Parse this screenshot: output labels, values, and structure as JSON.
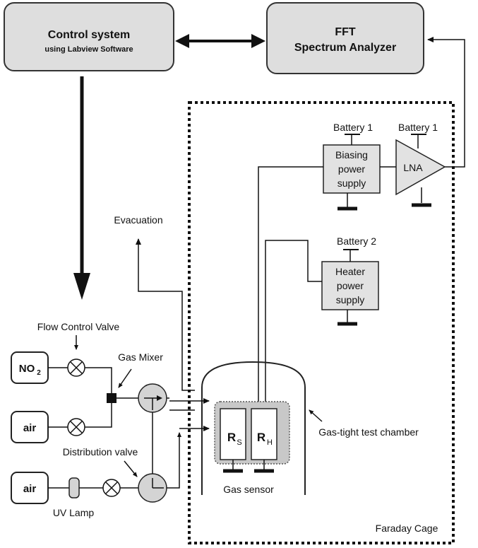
{
  "blocks": {
    "control_title": "Control system",
    "control_sub": "using Labview Software",
    "fft_line1": "FFT",
    "fft_line2": "Spectrum Analyzer",
    "biasing_l1": "Biasing",
    "biasing_l2": "power",
    "biasing_l3": "supply",
    "heater_l1": "Heater",
    "heater_l2": "power",
    "heater_l3": "supply",
    "lna": "LNA",
    "battery1_a": "Battery 1",
    "battery1_b": "Battery 1",
    "battery2": "Battery 2"
  },
  "gases": {
    "no2": "NO",
    "no2_sub": "2",
    "air1": "air",
    "air2": "air"
  },
  "labels": {
    "evacuation": "Evacuation",
    "flow_control_valve": "Flow Control Valve",
    "gas_mixer": "Gas Mixer",
    "distribution_valve": "Distribution valve",
    "uv_lamp": "UV Lamp",
    "gas_tight_chamber": "Gas-tight test chamber",
    "gas_sensor": "Gas sensor",
    "faraday_cage": "Faraday Cage"
  },
  "sensor": {
    "rs": "R",
    "rs_sub": "S",
    "rh": "R",
    "rh_sub": "H"
  }
}
